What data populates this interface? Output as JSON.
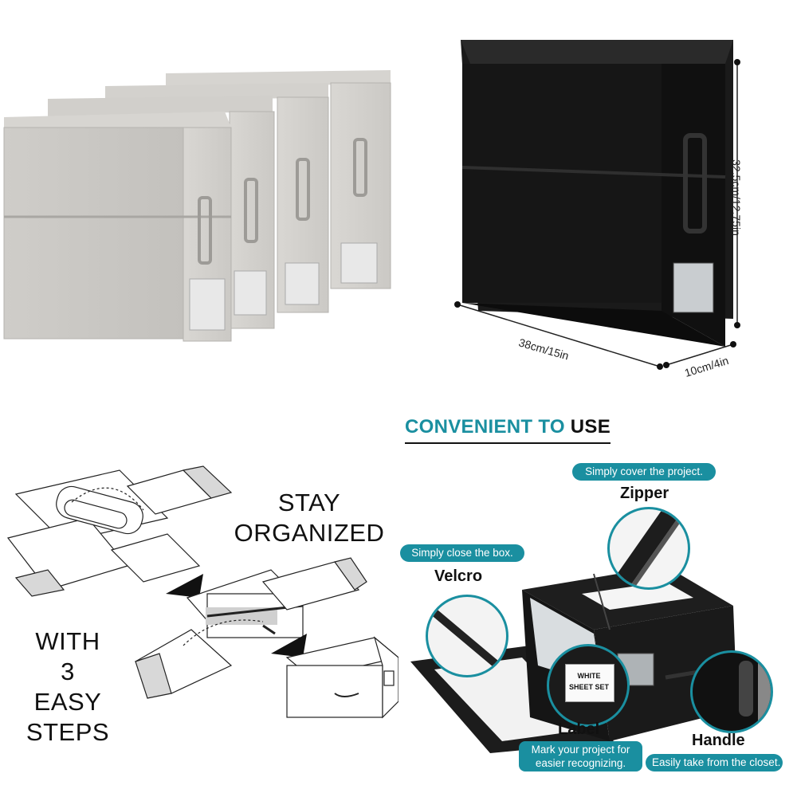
{
  "dimensions": {
    "width": "38cm/15in",
    "height": "32.5cm/12.75in",
    "depth": "10cm/4in"
  },
  "heading": {
    "part1": "CONVENIENT TO",
    "part2": "USE",
    "color1": "#1a8fa0",
    "color2": "#111111"
  },
  "steps": {
    "stay_line1": "STAY",
    "stay_line2": "ORGANIZED",
    "with_line1": "WITH",
    "with_line2": "3 EASY",
    "with_line3": "STEPS"
  },
  "features": {
    "zipper": {
      "caption": "Simply cover the project.",
      "title": "Zipper"
    },
    "velcro": {
      "caption": "Simply close the box.",
      "title": "Velcro"
    },
    "label": {
      "title": "Label",
      "caption_line1": "Mark your project for",
      "caption_line2": "easier recognizing."
    },
    "handle": {
      "title": "Handle",
      "caption": "Easily take from the closet."
    }
  },
  "label_card": {
    "line1": "WHITE",
    "line2": "SHEET SET"
  },
  "colors": {
    "accent": "#1a8fa0",
    "gray_box": "#c9c7c3",
    "black_box": "#141414"
  }
}
